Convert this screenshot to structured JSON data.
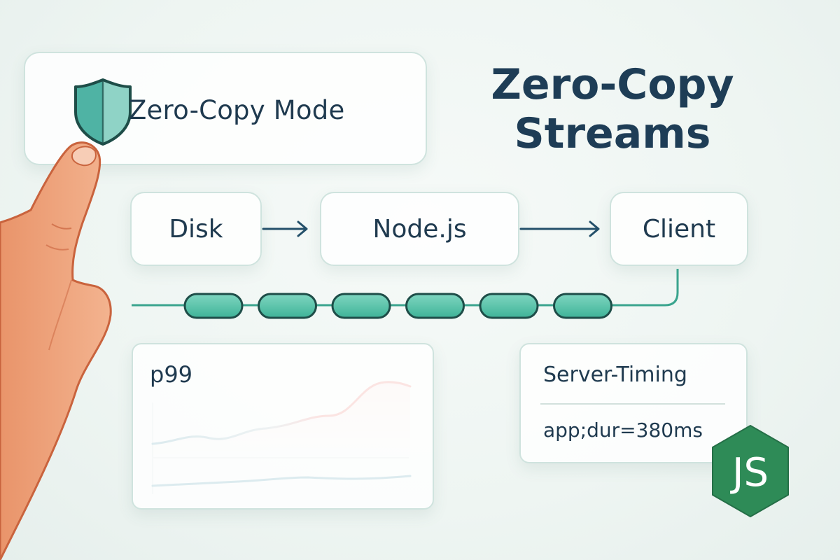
{
  "title": {
    "line1": "Zero-Copy",
    "line2": "Streams"
  },
  "mode_card": {
    "label": "Zero-Copy Mode",
    "icon": "shield-icon"
  },
  "pipeline": {
    "nodes": [
      "Disk",
      "Node.js",
      "Client"
    ],
    "chunk_count": 6
  },
  "p99_card": {
    "label": "p99"
  },
  "server_timing_card": {
    "title": "Server-Timing",
    "value": "app;dur=380ms"
  },
  "js_badge": {
    "label": "JS",
    "icon": "nodejs-logo-icon"
  },
  "colors": {
    "accent_teal": "#4dbfa6",
    "chunk_stroke": "#1e4d48",
    "alert_red": "#ea6a62",
    "line_blue": "#3d8fa4",
    "text_dark": "#1f3a4f",
    "js_green": "#2e8b57"
  }
}
